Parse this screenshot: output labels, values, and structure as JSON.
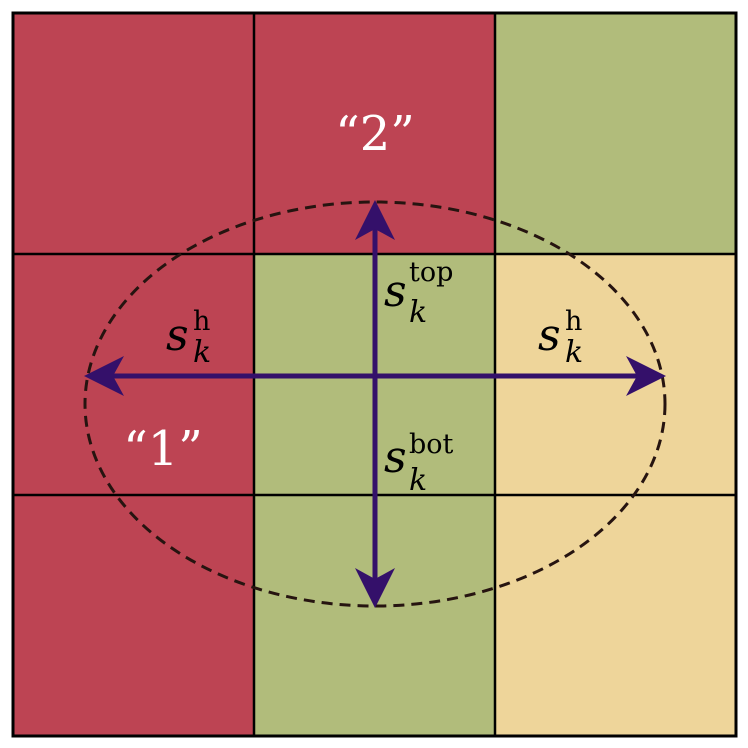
{
  "colors": {
    "red": "#bd4453",
    "green": "#b1bc7b",
    "tan": "#eed59a",
    "arrow": "#34106a",
    "grid": "#000000",
    "ellipse": "#261410"
  },
  "grid": {
    "rows": 3,
    "cols": 3,
    "cells": [
      [
        "red",
        "red",
        "green"
      ],
      [
        "red",
        "green",
        "tan"
      ],
      [
        "red",
        "green",
        "tan"
      ]
    ]
  },
  "region_labels": {
    "region1": "“1”",
    "region2": "“2”"
  },
  "arrow_labels": {
    "left": {
      "base": "s",
      "sup": "h",
      "sub": "k"
    },
    "right": {
      "base": "s",
      "sup": "h",
      "sub": "k"
    },
    "top": {
      "base": "s",
      "sup": "top",
      "sub": "k"
    },
    "bottom": {
      "base": "s",
      "sup": "bot",
      "sub": "k"
    }
  }
}
